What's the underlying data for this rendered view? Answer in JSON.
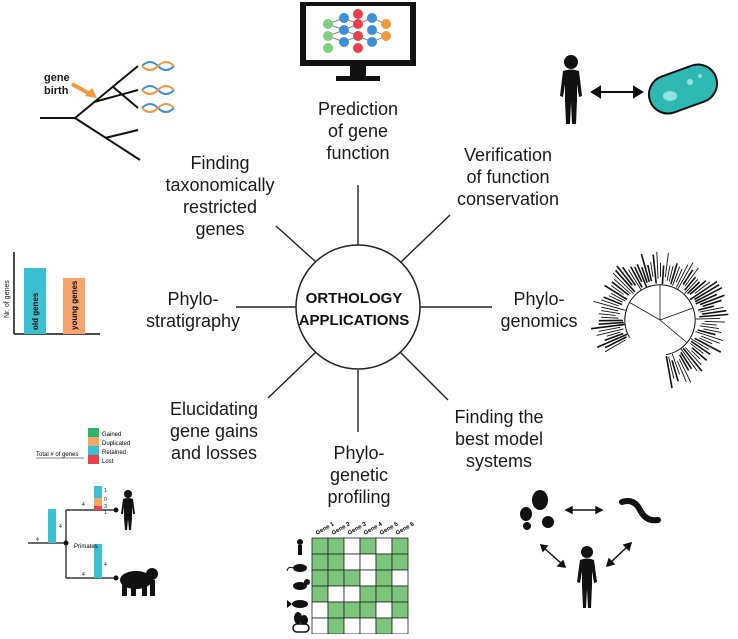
{
  "hub": {
    "label": "ORTHOLOGY\nAPPLICATIONS"
  },
  "applications": {
    "prediction": "Prediction\nof gene\nfunction",
    "verification": "Verification\nof function\nconservation",
    "phylogenomics": "Phylo-\ngenomics",
    "model_systems": "Finding the\nbest model\nsystems",
    "phylogenetic_profiling": "Phylo-\ngenetic\nprofiling",
    "gene_gains": "Elucidating\ngene gains\nand losses",
    "phylostratigraphy": "Phylo-\nstratigraphy",
    "taxonomically_restricted": "Finding\ntaxonomically\nrestricted\ngenes"
  },
  "gene_birth_panel": {
    "label": "gene\nbirth"
  },
  "phylostrat_panel": {
    "ylabel": "Nr. of genes",
    "bars": [
      {
        "label": "old genes",
        "value": 1.0,
        "color": "#3bbfd3"
      },
      {
        "label": "young genes",
        "value": 0.85,
        "color": "#f4a46c"
      }
    ]
  },
  "gains_panel": {
    "legend": [
      {
        "label": "Gained",
        "color": "#2fb36b"
      },
      {
        "label": "Duplicated",
        "color": "#f0a868"
      },
      {
        "label": "Retained",
        "color": "#3bbfd3"
      },
      {
        "label": "Lost",
        "color": "#e8414c"
      }
    ],
    "total_label": "Total # of genes",
    "node_label": "Primates",
    "numbers": [
      "4",
      "4",
      "4",
      "1",
      "0",
      "3",
      "1",
      "4",
      "4"
    ]
  },
  "profile_panel": {
    "genes": [
      "Gene 1",
      "Gene 2",
      "Gene 3",
      "Gene 4",
      "Gene 5",
      "Gene 6"
    ],
    "matrix": [
      [
        1,
        1,
        0,
        1,
        0,
        1
      ],
      [
        1,
        1,
        0,
        0,
        1,
        1
      ],
      [
        1,
        1,
        1,
        0,
        1,
        0
      ],
      [
        1,
        0,
        0,
        1,
        1,
        1
      ],
      [
        0,
        1,
        1,
        1,
        0,
        1
      ],
      [
        0,
        1,
        0,
        0,
        1,
        0
      ]
    ],
    "fill_color": "#7bc67b"
  },
  "colors": {
    "accent_orange": "#f29a3a",
    "teal": "#2fb9b4",
    "silhouette": "#111111"
  }
}
